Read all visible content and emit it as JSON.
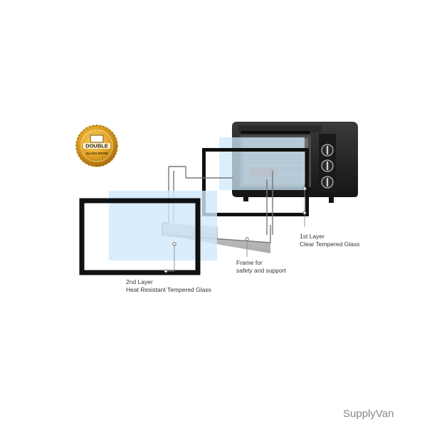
{
  "badge": {
    "line1": "DOUBLE",
    "line2": "GLASS DOOR"
  },
  "callouts": {
    "layer1": {
      "line1": "1st Layer",
      "line2": "Clear Tempered Glass"
    },
    "frame": {
      "line1": "Frame for",
      "line2": "safety and support"
    },
    "layer2": {
      "line1": "2nd Layer",
      "line2": "Heat Resistant Tempered Glass"
    }
  },
  "watermark": "SupplyVan",
  "colors": {
    "frame_black": "#111111",
    "glass_blue": "#cfe8fb",
    "badge_gold": "#d59a1f",
    "oven_body": "#1e1e1e",
    "leader_line": "#777777"
  }
}
